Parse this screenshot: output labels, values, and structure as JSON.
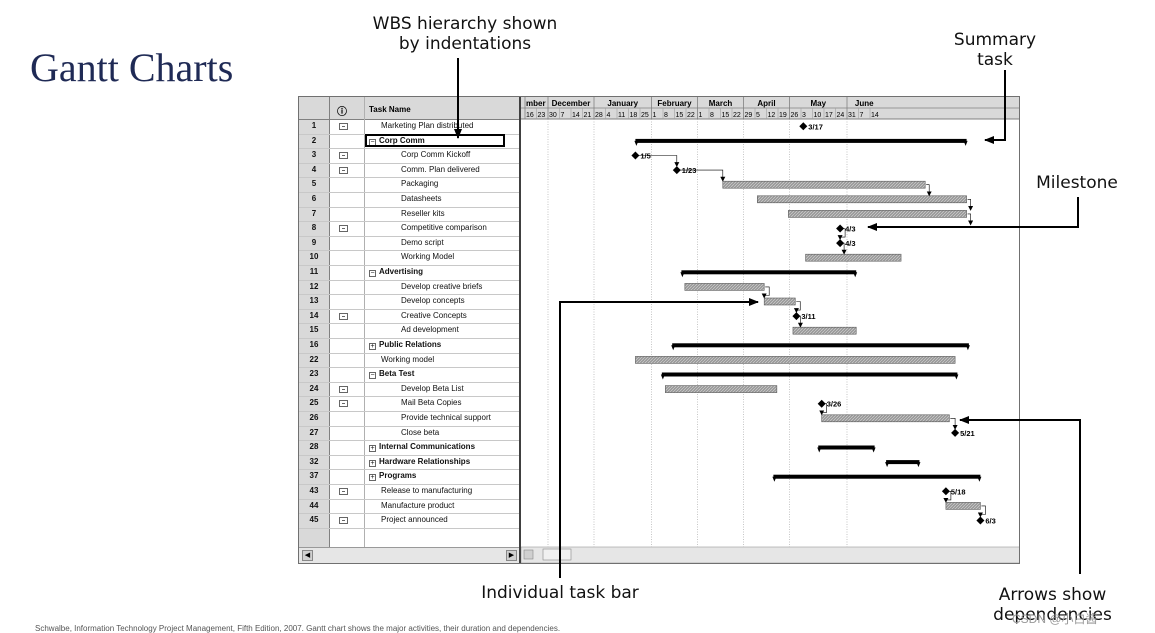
{
  "slide_title": "Gantt Charts",
  "callouts": {
    "wbs": [
      "WBS hierarchy shown",
      "by indentations"
    ],
    "summary": [
      "Summary",
      "task"
    ],
    "milestone": "Milestone",
    "task_bar": "Individual task bar",
    "dependencies": [
      "Arrows show",
      "dependencies"
    ]
  },
  "table_headers": {
    "indicator": "ⓘ",
    "task_name": "Task Name"
  },
  "rows": [
    {
      "id": "1",
      "name": "Marketing Plan distributed",
      "level": 1,
      "summary": false,
      "icon": true
    },
    {
      "id": "2",
      "name": "Corp Comm",
      "level": 0,
      "summary": true,
      "expander": "−",
      "icon": false
    },
    {
      "id": "3",
      "name": "Corp Comm Kickoff",
      "level": 2,
      "summary": false,
      "icon": true
    },
    {
      "id": "4",
      "name": "Comm. Plan delivered",
      "level": 2,
      "summary": false,
      "icon": true
    },
    {
      "id": "5",
      "name": "Packaging",
      "level": 2,
      "summary": false,
      "icon": false
    },
    {
      "id": "6",
      "name": "Datasheets",
      "level": 2,
      "summary": false,
      "icon": false
    },
    {
      "id": "7",
      "name": "Reseller kits",
      "level": 2,
      "summary": false,
      "icon": false
    },
    {
      "id": "8",
      "name": "Competitive comparison",
      "level": 2,
      "summary": false,
      "icon": true
    },
    {
      "id": "9",
      "name": "Demo script",
      "level": 2,
      "summary": false,
      "icon": false
    },
    {
      "id": "10",
      "name": "Working Model",
      "level": 2,
      "summary": false,
      "icon": false
    },
    {
      "id": "11",
      "name": "Advertising",
      "level": 0,
      "summary": true,
      "expander": "−",
      "icon": false
    },
    {
      "id": "12",
      "name": "Develop creative briefs",
      "level": 2,
      "summary": false,
      "icon": false
    },
    {
      "id": "13",
      "name": "Develop concepts",
      "level": 2,
      "summary": false,
      "icon": false
    },
    {
      "id": "14",
      "name": "Creative Concepts",
      "level": 2,
      "summary": false,
      "icon": true
    },
    {
      "id": "15",
      "name": "Ad development",
      "level": 2,
      "summary": false,
      "icon": false
    },
    {
      "id": "16",
      "name": "Public Relations",
      "level": 0,
      "summary": true,
      "expander": "+",
      "icon": false
    },
    {
      "id": "22",
      "name": "Working model",
      "level": 1,
      "summary": false,
      "icon": false
    },
    {
      "id": "23",
      "name": "Beta Test",
      "level": 0,
      "summary": true,
      "expander": "−",
      "icon": false
    },
    {
      "id": "24",
      "name": "Develop Beta List",
      "level": 2,
      "summary": false,
      "icon": true
    },
    {
      "id": "25",
      "name": "Mail Beta Copies",
      "level": 2,
      "summary": false,
      "icon": true
    },
    {
      "id": "26",
      "name": "Provide technical support",
      "level": 2,
      "summary": false,
      "icon": false
    },
    {
      "id": "27",
      "name": "Close beta",
      "level": 2,
      "summary": false,
      "icon": false
    },
    {
      "id": "28",
      "name": "Internal Communications",
      "level": 0,
      "summary": true,
      "expander": "+",
      "icon": false
    },
    {
      "id": "32",
      "name": "Hardware Relationships",
      "level": 0,
      "summary": true,
      "expander": "+",
      "icon": false
    },
    {
      "id": "37",
      "name": "Programs",
      "level": 0,
      "summary": true,
      "expander": "+",
      "icon": false
    },
    {
      "id": "43",
      "name": "Release to manufacturing",
      "level": 1,
      "summary": false,
      "icon": true
    },
    {
      "id": "44",
      "name": "Manufacture product",
      "level": 1,
      "summary": false,
      "icon": false
    },
    {
      "id": "45",
      "name": "Project announced",
      "level": 1,
      "summary": false,
      "icon": true
    }
  ],
  "timeline": {
    "months": [
      {
        "label": "mber",
        "weeks": [
          "16",
          "23"
        ]
      },
      {
        "label": "December",
        "weeks": [
          "30",
          "7",
          "14",
          "21"
        ]
      },
      {
        "label": "January",
        "weeks": [
          "28",
          "4",
          "11",
          "18",
          "25"
        ]
      },
      {
        "label": "February",
        "weeks": [
          "1",
          "8",
          "15",
          "22"
        ]
      },
      {
        "label": "March",
        "weeks": [
          "1",
          "8",
          "15",
          "22"
        ]
      },
      {
        "label": "April",
        "weeks": [
          "29",
          "5",
          "12",
          "19"
        ]
      },
      {
        "label": "May",
        "weeks": [
          "26",
          "3",
          "10",
          "17",
          "24"
        ]
      },
      {
        "label": "June",
        "weeks": [
          "31",
          "7",
          "14"
        ]
      }
    ]
  },
  "gantt": [
    {
      "row": 0,
      "type": "milestone",
      "at": 24.2,
      "label": "3/17"
    },
    {
      "row": 1,
      "type": "summary",
      "start": 9.6,
      "end": 38.4
    },
    {
      "row": 2,
      "type": "milestone",
      "at": 9.6,
      "label": "1/5"
    },
    {
      "row": 3,
      "type": "milestone",
      "at": 13.2,
      "label": "1/23"
    },
    {
      "row": 4,
      "type": "task",
      "start": 17.2,
      "end": 34.8
    },
    {
      "row": 5,
      "type": "task",
      "start": 20.2,
      "end": 38.4
    },
    {
      "row": 6,
      "type": "task",
      "start": 22.9,
      "end": 38.4
    },
    {
      "row": 7,
      "type": "milestone",
      "at": 27.4,
      "label": "4/3"
    },
    {
      "row": 8,
      "type": "milestone",
      "at": 27.4,
      "label": "4/3"
    },
    {
      "row": 9,
      "type": "task",
      "start": 24.4,
      "end": 32.7
    },
    {
      "row": 10,
      "type": "summary",
      "start": 13.6,
      "end": 28.8
    },
    {
      "row": 11,
      "type": "task",
      "start": 13.9,
      "end": 20.8
    },
    {
      "row": 12,
      "type": "task",
      "start": 20.8,
      "end": 23.5
    },
    {
      "row": 13,
      "type": "milestone",
      "at": 23.6,
      "label": "3/11"
    },
    {
      "row": 14,
      "type": "task",
      "start": 23.3,
      "end": 28.8
    },
    {
      "row": 15,
      "type": "summary",
      "start": 12.8,
      "end": 38.6
    },
    {
      "row": 16,
      "type": "task",
      "start": 9.6,
      "end": 37.4
    },
    {
      "row": 17,
      "type": "summary",
      "start": 11.9,
      "end": 37.6
    },
    {
      "row": 18,
      "type": "task",
      "start": 12.2,
      "end": 21.9
    },
    {
      "row": 19,
      "type": "milestone",
      "at": 25.8,
      "label": "3/26"
    },
    {
      "row": 20,
      "type": "task",
      "start": 25.8,
      "end": 36.9
    },
    {
      "row": 21,
      "type": "milestone",
      "at": 37.4,
      "label": "5/21"
    },
    {
      "row": 22,
      "type": "summary",
      "start": 25.5,
      "end": 30.4
    },
    {
      "row": 23,
      "type": "summary",
      "start": 31.4,
      "end": 34.3
    },
    {
      "row": 24,
      "type": "summary",
      "start": 21.6,
      "end": 39.6
    },
    {
      "row": 25,
      "type": "milestone",
      "at": 36.6,
      "label": "5/18"
    },
    {
      "row": 26,
      "type": "task",
      "start": 36.6,
      "end": 39.6
    },
    {
      "row": 27,
      "type": "milestone",
      "at": 39.6,
      "label": "6/3"
    }
  ],
  "links": [
    [
      2,
      3
    ],
    [
      3,
      4
    ],
    [
      4,
      5
    ],
    [
      5,
      6
    ],
    [
      6,
      7
    ],
    [
      7,
      8
    ],
    [
      8,
      9
    ],
    [
      11,
      12
    ],
    [
      12,
      13
    ],
    [
      13,
      14
    ],
    [
      19,
      20
    ],
    [
      20,
      21
    ],
    [
      25,
      26
    ],
    [
      26,
      27
    ]
  ],
  "caption": "Schwalbe, Information Technology Project Management, Fifth Edition, 2007. Gantt chart shows the major activities, their duration and dependencies.",
  "watermark": "CSDN @小白酱"
}
